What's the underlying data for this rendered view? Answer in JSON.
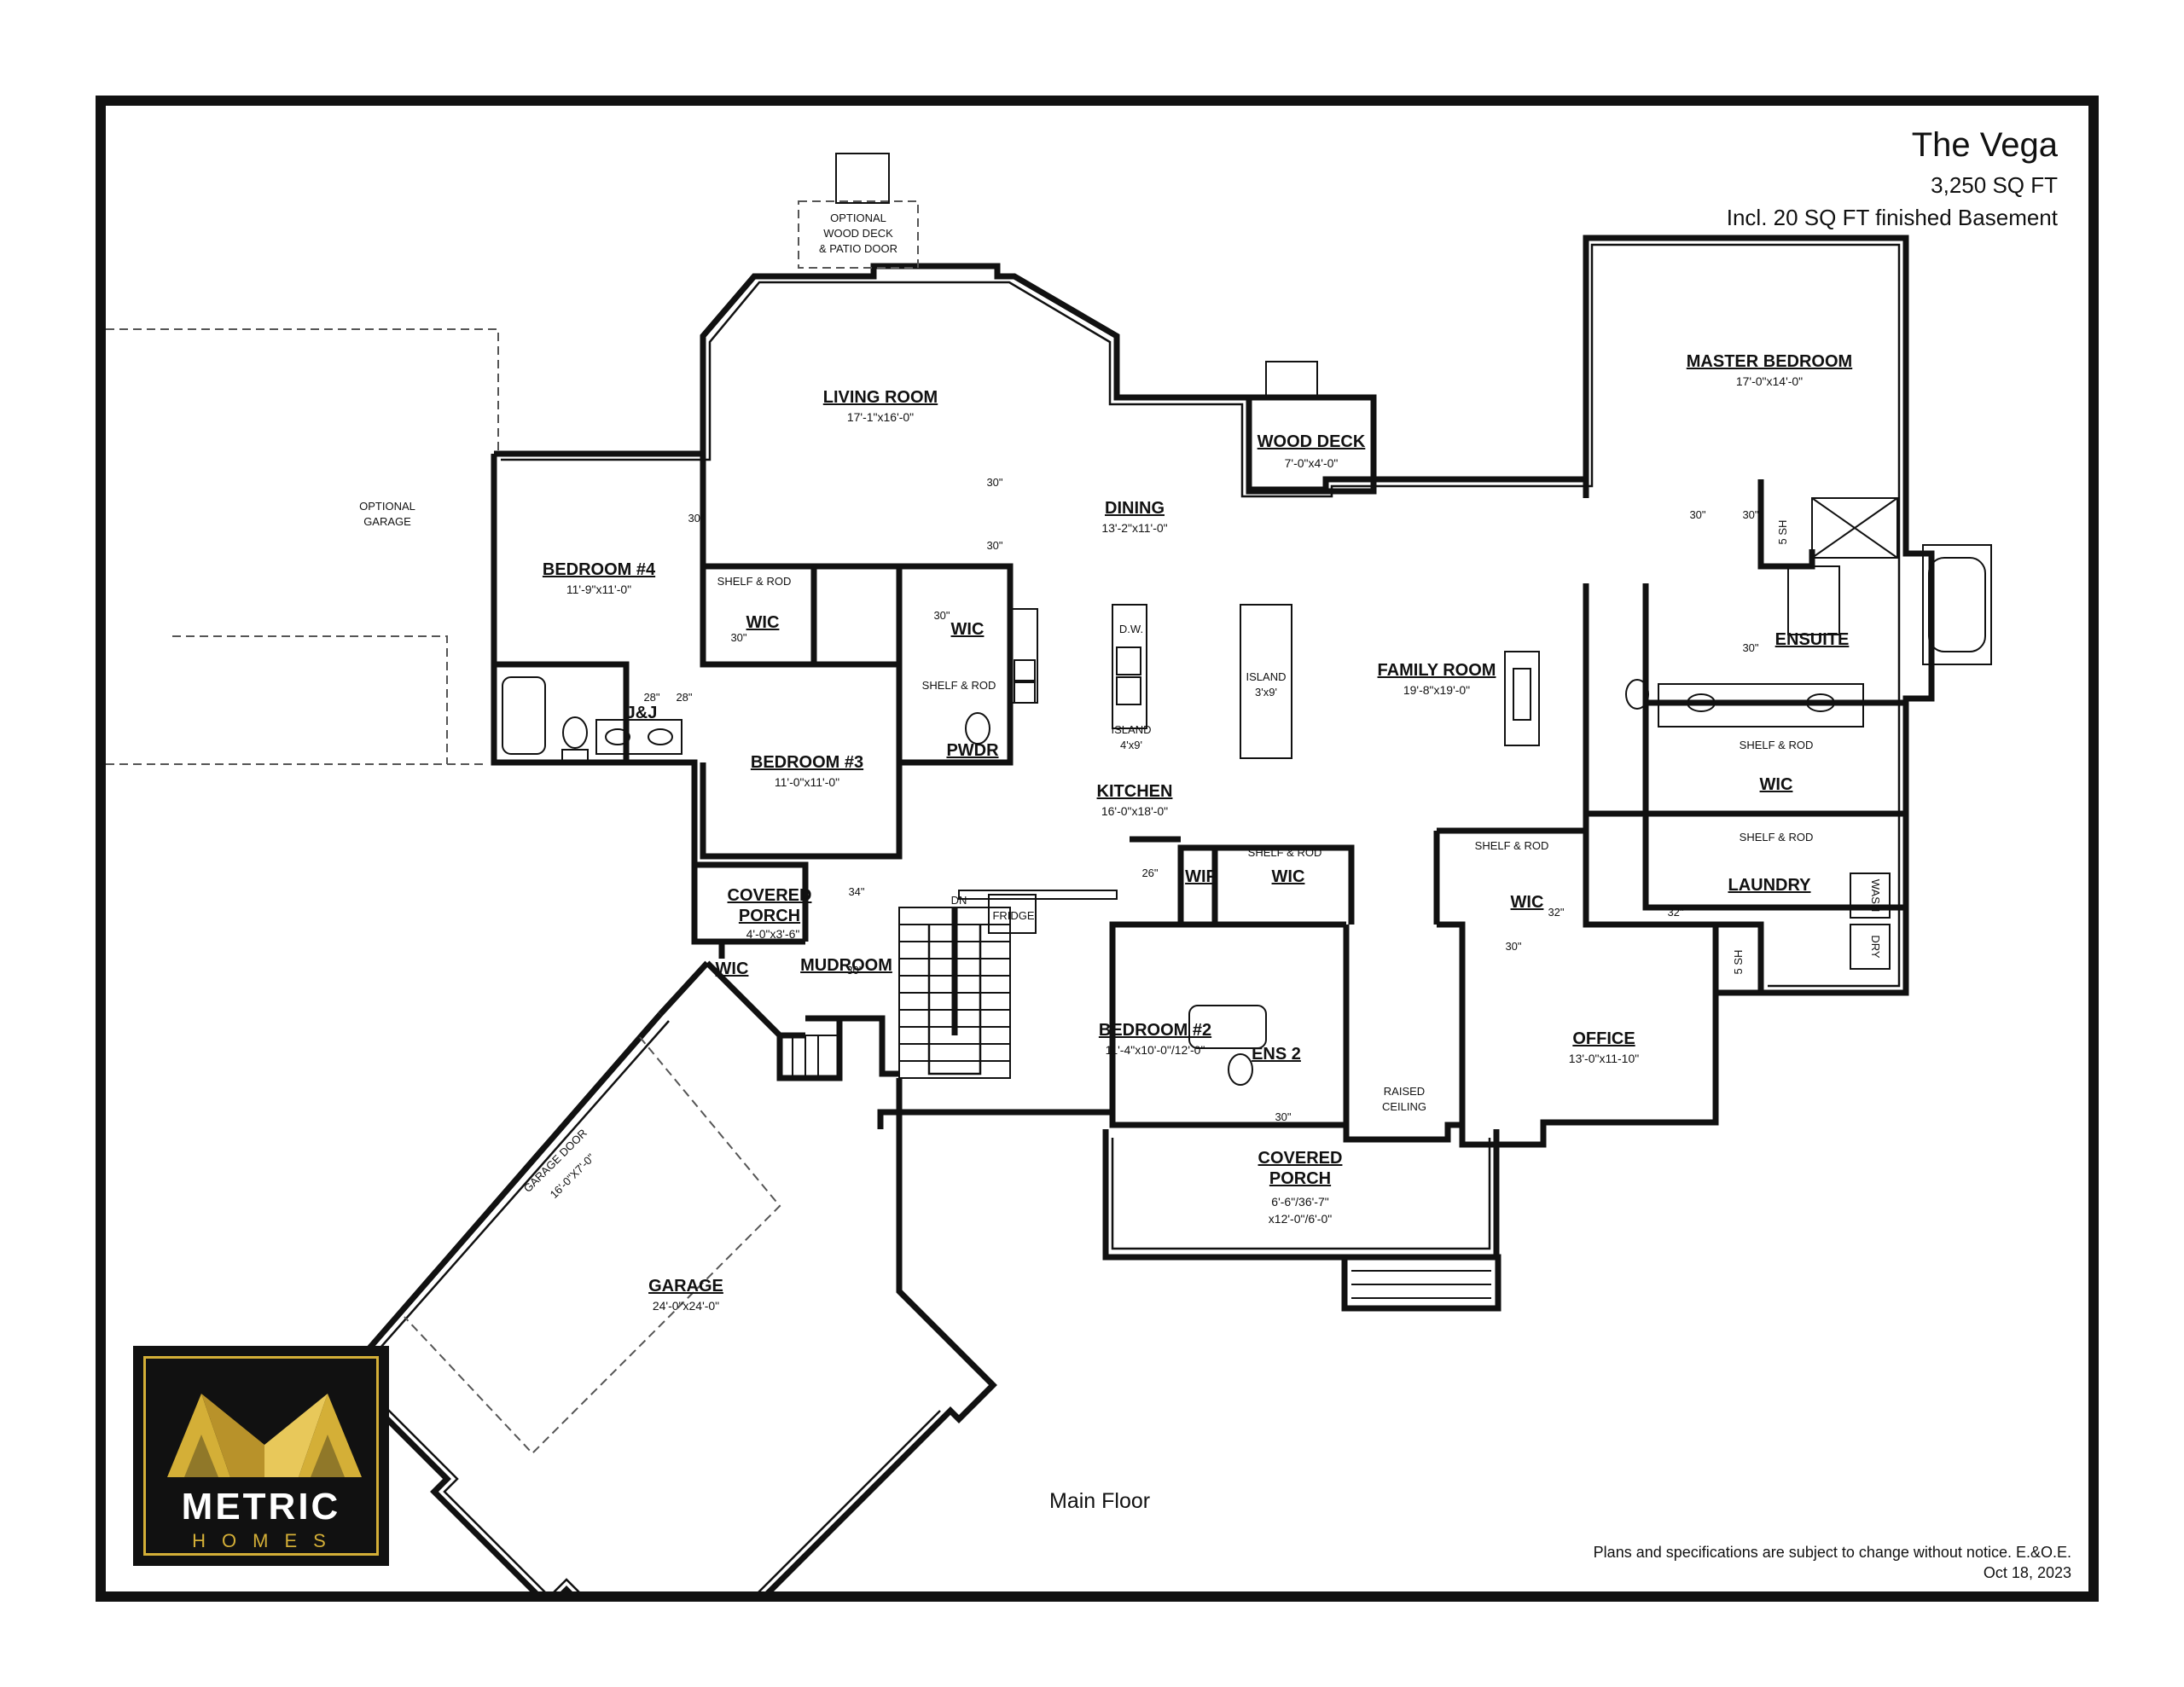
{
  "header": {
    "model_name": "The Vega",
    "sqft": "3,250 SQ FT",
    "basement_note": "Incl. 20 SQ FT finished Basement"
  },
  "floor_label": "Main Floor",
  "disclaimer": {
    "line1": "Plans and specifications are subject to change without notice. E.&O.E.",
    "line2": "Oct 18, 2023"
  },
  "logo": {
    "brand": "METRIC",
    "sub": "HOMES",
    "gold": "#d4af37"
  },
  "rooms": {
    "living": {
      "name": "LIVING ROOM",
      "dims": "17'-1\"x16'-0\""
    },
    "dining": {
      "name": "DINING",
      "dims": "13'-2\"x11'-0\""
    },
    "wood_deck": {
      "name": "WOOD DECK",
      "dims": "7'-0\"x4'-0\""
    },
    "master": {
      "name": "MASTER BEDROOM",
      "dims": "17'-0\"x14'-0\""
    },
    "bedroom4": {
      "name": "BEDROOM #4",
      "dims": "11'-9\"x11'-0\""
    },
    "bedroom3": {
      "name": "BEDROOM #3",
      "dims": "11'-0\"x11'-0\""
    },
    "bedroom2": {
      "name": "BEDROOM #2",
      "dims": "11'-4\"x10'-0\"/12'-0\""
    },
    "family": {
      "name": "FAMILY ROOM",
      "dims": "19'-8\"x19'-0\""
    },
    "kitchen": {
      "name": "KITCHEN",
      "dims": "16'-0\"x18'-0\""
    },
    "office": {
      "name": "OFFICE",
      "dims": "13'-0\"x11-10\""
    },
    "garage": {
      "name": "GARAGE",
      "dims": "24'-0\"x24'-0\""
    },
    "covered_porch_front": {
      "name1": "COVERED",
      "name2": "PORCH",
      "dims1": "6'-6\"/36'-7\"",
      "dims2": "x12'-0\"/6'-0\""
    },
    "covered_porch_side": {
      "name1": "COVERED",
      "name2": "PORCH",
      "dims": "4'-0\"x3'-6\""
    }
  },
  "small_labels": {
    "wic": "WIC",
    "shelf_rod": "SHELF & ROD",
    "jj": "J&J",
    "pwdr": "PWDR",
    "wip": "WIP",
    "ens2": "ENS 2",
    "ensuite": "ENSUITE",
    "laundry": "LAUNDRY",
    "mudroom": "MUDROOM",
    "fridge": "FRIDGE",
    "dn": "DN",
    "dw": "D.W.",
    "island_a": "ISLAND",
    "island_a_dims": "4'x9'",
    "island_b": "ISLAND",
    "island_b_dims": "3'x9'",
    "raised1": "RAISED",
    "raised2": "CEILING",
    "wash": "WASH",
    "dry": "DRY",
    "sh": "5 SH",
    "optional_garage1": "OPTIONAL",
    "optional_garage2": "GARAGE",
    "opt_deck1": "OPTIONAL",
    "opt_deck2": "WOOD DECK",
    "opt_deck3": "& PATIO DOOR",
    "garage_door1": "GARAGE DOOR",
    "garage_door2": "16'-0\"X7'-0\""
  },
  "door_sizes": {
    "d30": "30\"",
    "d28": "28\"",
    "d34": "34\"",
    "d32": "32\"",
    "d26": "26\"",
    "d30b": "30"
  }
}
